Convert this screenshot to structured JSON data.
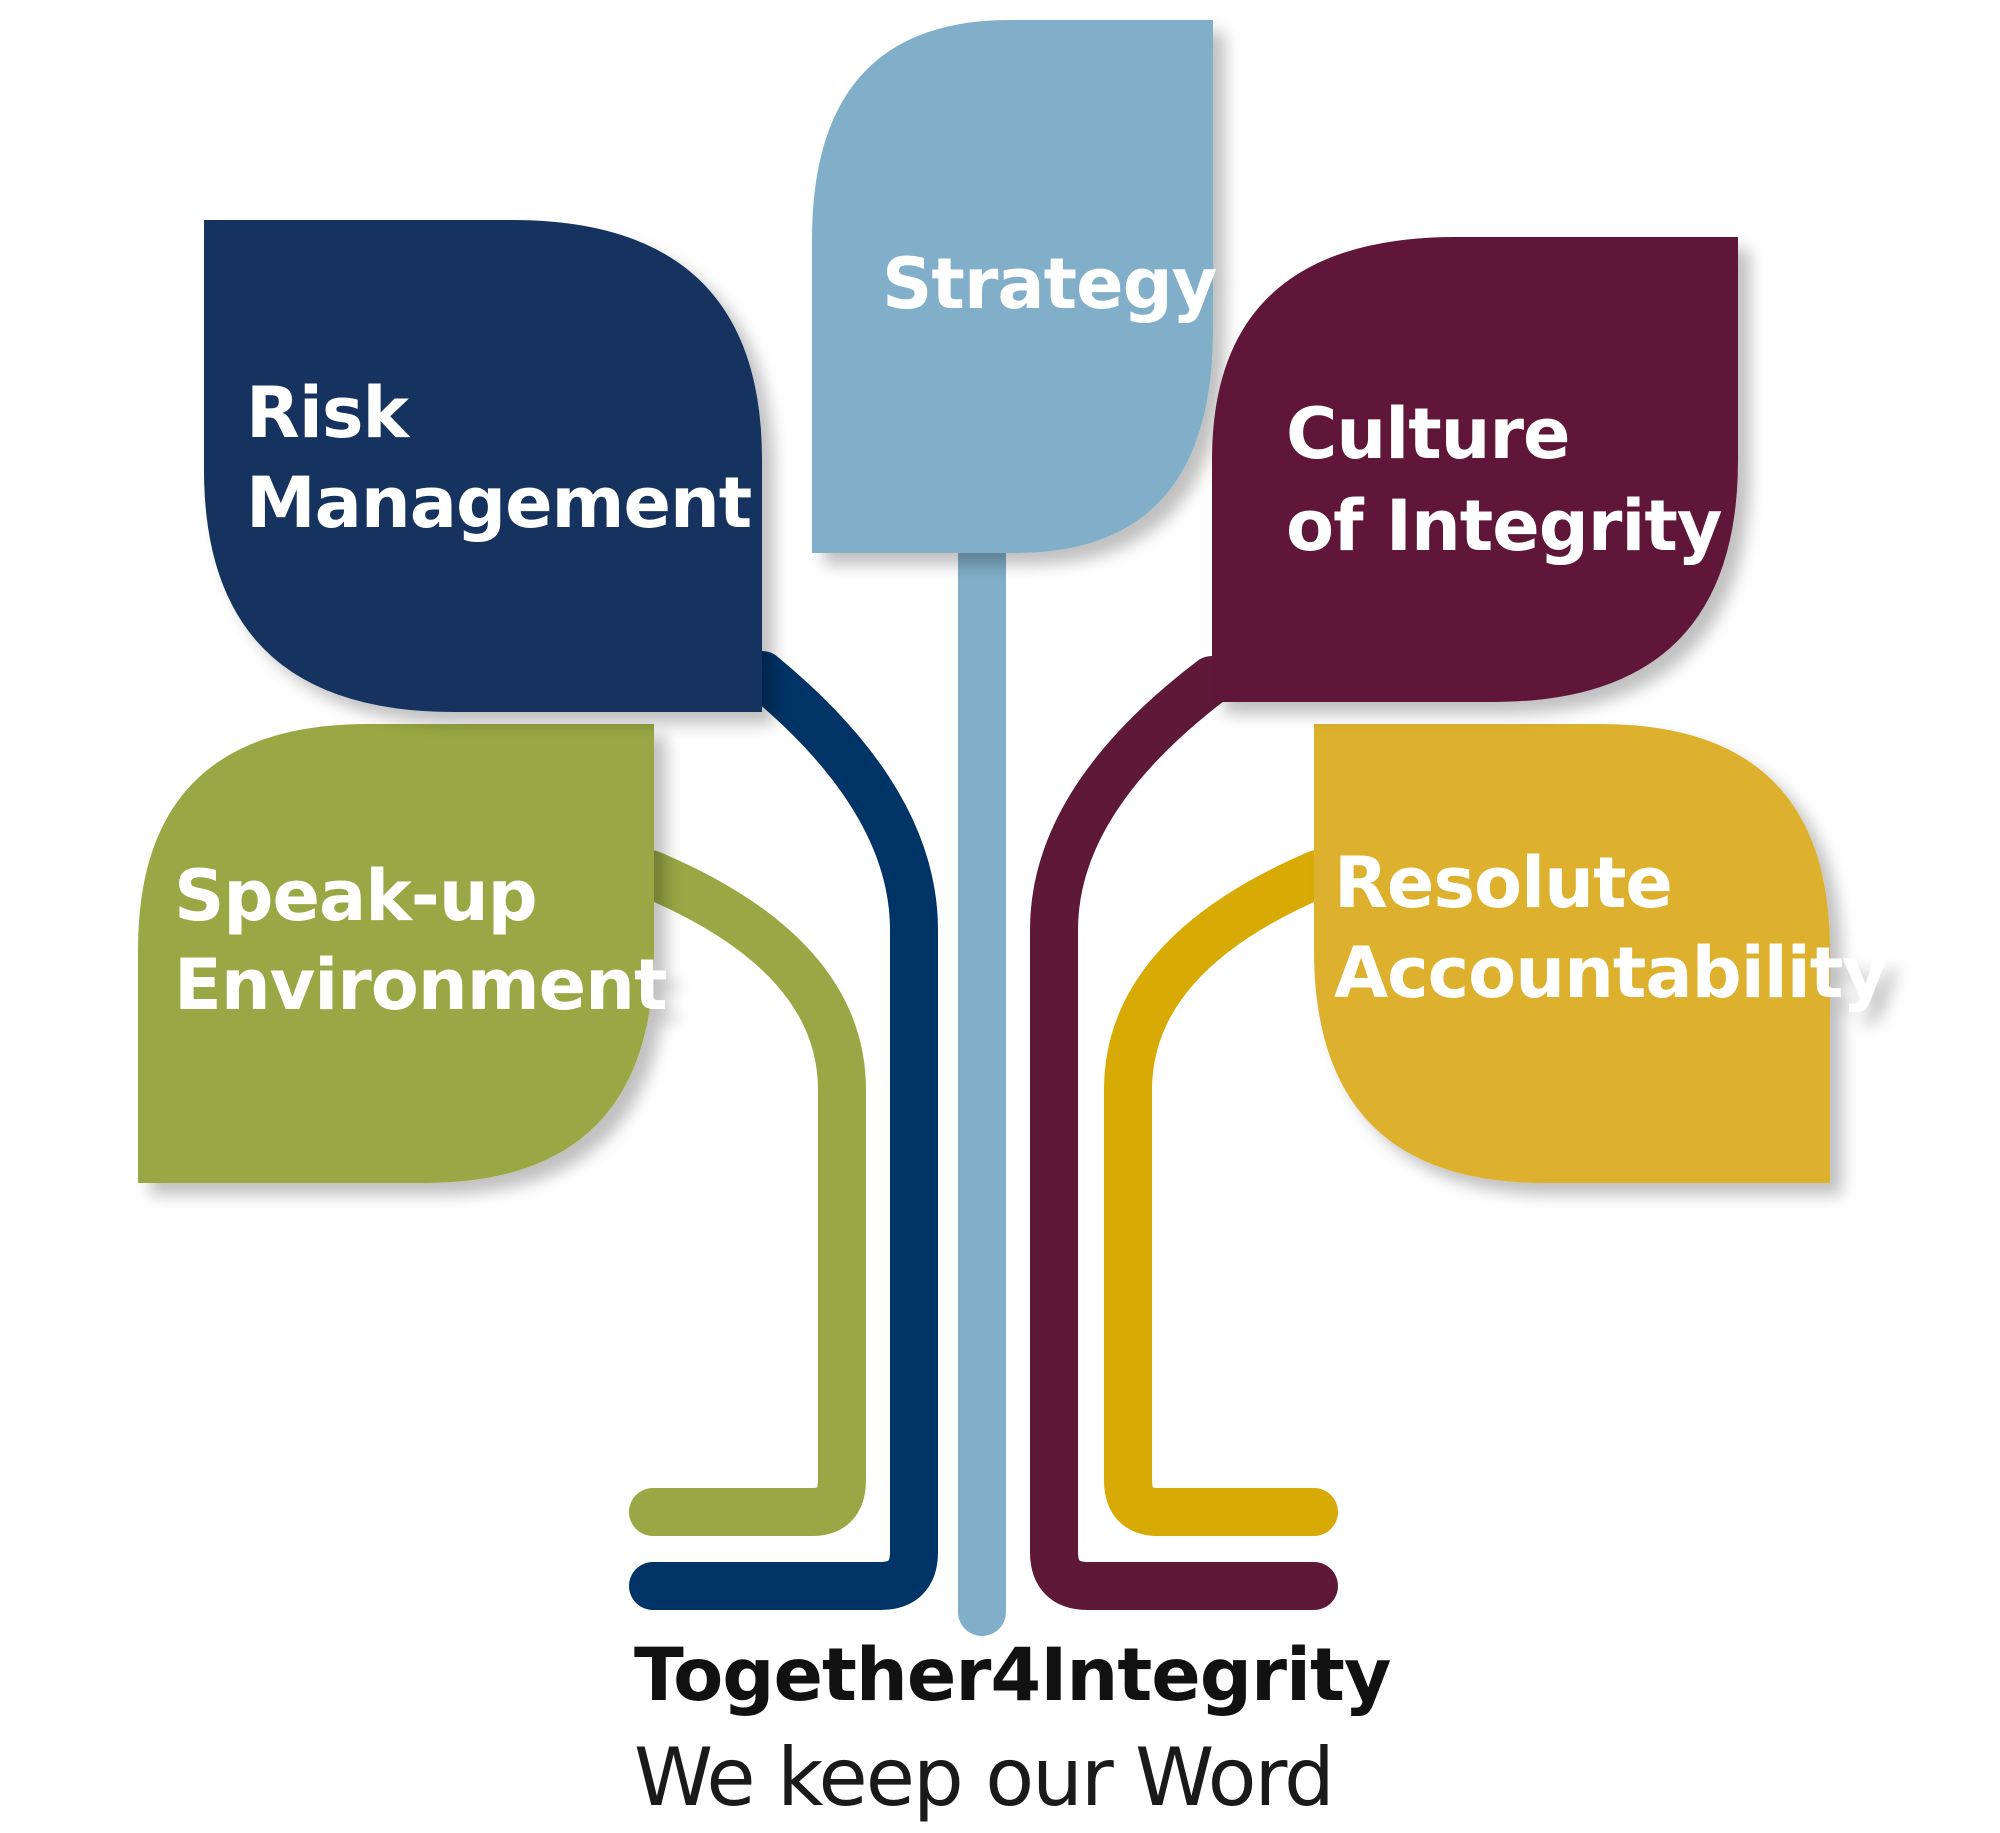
{
  "leaves": {
    "strategy": {
      "label_lines": [
        "Strategy"
      ],
      "color": "#81aec8"
    },
    "risk_management": {
      "label_lines": [
        "Risk",
        "Management"
      ],
      "color": "#12335f"
    },
    "culture_of_integrity": {
      "label_lines": [
        "Culture",
        "of Integrity"
      ],
      "color": "#5e1937"
    },
    "speak_up_environment": {
      "label_lines": [
        "Speak-up",
        "Environment"
      ],
      "color": "#99a845"
    },
    "resolute_accountability": {
      "label_lines": [
        "Resolute",
        "Accountability"
      ],
      "color": "#ddb02e"
    }
  },
  "stems": {
    "navy": "#003366",
    "light_blue": "#81aec8",
    "maroon": "#5e1937",
    "olive": "#99a845",
    "gold": "#d8aa06"
  },
  "brand": {
    "title": "Together4Integrity",
    "tagline": "We keep our Word"
  }
}
